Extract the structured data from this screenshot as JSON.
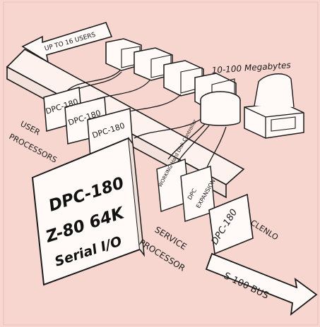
{
  "labels": {
    "users": "UP TO 16 USERS",
    "storage": "10-100 Megabytes",
    "user_processors_1": "USER",
    "user_processors_2": "PROCESSORS",
    "card_1": "DPC-180",
    "card_2": "DPC-180",
    "card_3": "DPC-180",
    "main_card_line1": "DPC-180",
    "main_card_line2": "Z-80 64K",
    "main_card_line3": "Serial I/O",
    "winchester_card": "WORKING Hard Disk Controller",
    "expansion_card_1": "DPC",
    "expansion_card_2": "EXPANSION",
    "service_card": "DPC-180",
    "service_processor_1": "SERVICE",
    "service_processor_2": "PROCESSOR",
    "clenlo": "CLENLO",
    "bus": "S-100 BUS"
  },
  "colors": {
    "background": "#f7d6cf",
    "ink": "#1a1a1a",
    "paper": "#fffaf7"
  }
}
